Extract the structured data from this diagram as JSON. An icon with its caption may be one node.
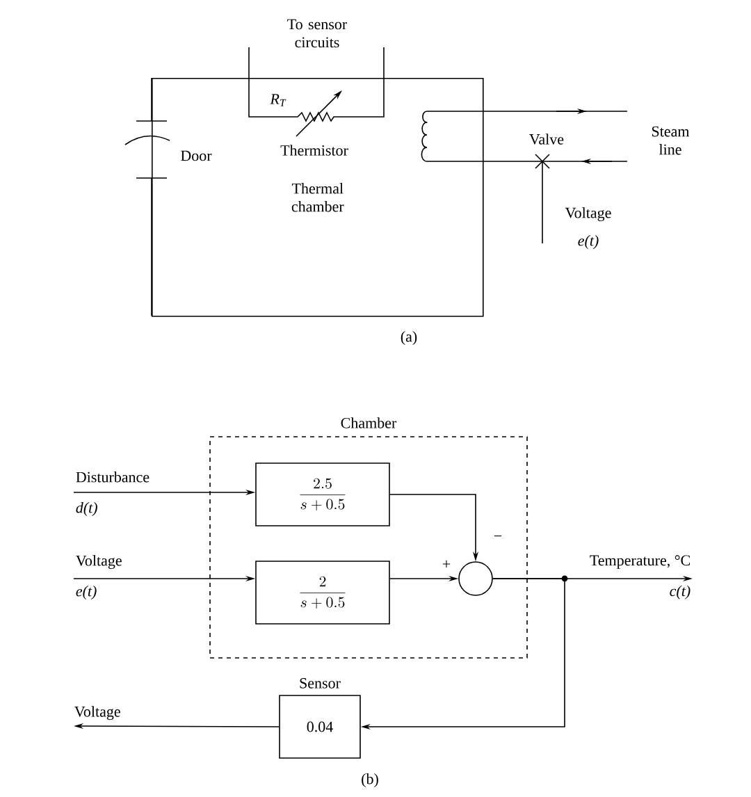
{
  "diagram": {
    "nodes": [
      {
        "text": [
          "Thermal chamber"
        ]
      },
      {
        "text": [
          "Chamber"
        ]
      },
      {
        "text": [
          "\\frac{2.5}{s+0.5}"
        ],
        "in": 1
      },
      {
        "text": [
          "\\frac{2}{s+0.5}"
        ],
        "in": 1
      },
      {
        "text": [],
        "shape": "circle",
        "in": 1
      },
      {
        "text": [
          "Sensor",
          "0.04"
        ]
      },
      {
        "text": [
          "Disturbance",
          "d(t)"
        ]
      },
      {
        "text": [
          "Voltage",
          "e(t)"
        ]
      },
      {
        "text": [
          "Temperature, °C",
          "c(t)"
        ]
      },
      {
        "text": [
          "Voltage"
        ]
      }
    ],
    "edges": [
      {
        "from": 6,
        "to": 2,
        "arrow": "to"
      },
      {
        "from": 7,
        "to": 3,
        "arrow": "to"
      },
      {
        "from": 2,
        "to": 4,
        "arrow": "to",
        "label": "−"
      },
      {
        "from": 3,
        "to": 4,
        "arrow": "to",
        "label": "+"
      },
      {
        "from": 4,
        "to": 8,
        "arrow": "to"
      },
      {
        "from": 4,
        "to": 5,
        "arrow": "to"
      },
      {
        "from": 5,
        "to": 9,
        "arrow": "to"
      }
    ],
    "labels": [
      "To sensor circuits",
      "R$_{T}$",
      "Door",
      "Thermistor",
      "Valve",
      "Steam line",
      "Voltage",
      "e(t)",
      "(a)",
      "(b)"
    ]
  }
}
